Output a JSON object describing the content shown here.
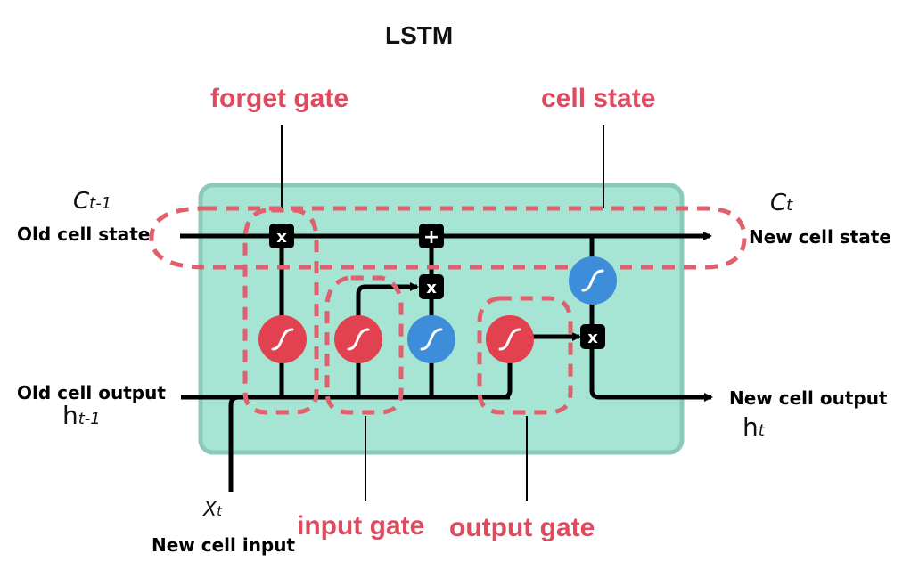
{
  "title": "LSTM",
  "callouts": {
    "forget_gate": "forget gate",
    "cell_state": "cell state",
    "input_gate": "input gate",
    "output_gate": "output gate"
  },
  "labels": {
    "old_cell_state": "Old cell state",
    "old_cell_state_symbol": "C",
    "old_cell_state_sub": "t-1",
    "new_cell_state": "New cell state",
    "new_cell_state_symbol": "C",
    "new_cell_state_sub": "t",
    "old_cell_output": "Old cell output",
    "old_cell_output_symbol": "h",
    "old_cell_output_sub": "t-1",
    "new_cell_output": "New cell output",
    "new_cell_output_symbol": "h",
    "new_cell_output_sub": "t",
    "new_cell_input": "New cell input",
    "new_cell_input_symbol": "X",
    "new_cell_input_sub": "t"
  },
  "operators": {
    "multiply": "x",
    "add": "+"
  },
  "colors": {
    "cell_box": "#a6e4d4",
    "cell_border": "#8ccab8",
    "sigmoid": "#e2424f",
    "tanh": "#3d8ddb",
    "callout": "#e04a5f",
    "dashed": "#e0606e"
  }
}
